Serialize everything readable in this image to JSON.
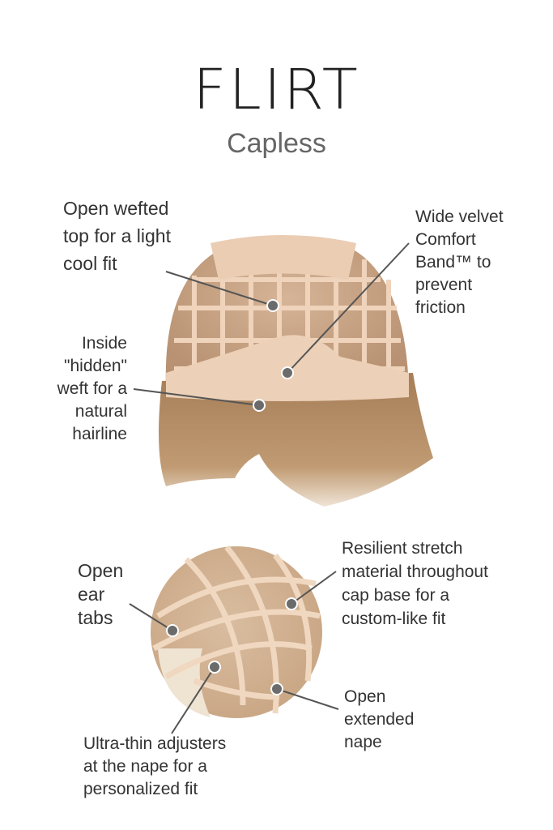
{
  "header": {
    "title": "FLIRT",
    "subtitle": "Capless"
  },
  "callouts": [
    {
      "text": "Open wefted\ntop for a light\ncool fit"
    },
    {
      "text": "Wide velvet\nComfort\nBand™ to\nprevent\nfriction"
    },
    {
      "text": "Inside\n\"hidden\"\nweft for a\nnatural\nhairline"
    },
    {
      "text": "Open\near\ntabs"
    },
    {
      "text": "Resilient stretch\nmaterial throughout\ncap base for a\ncustom-like fit"
    },
    {
      "text": "Open\nextended\nnape"
    },
    {
      "text": "Ultra-thin adjusters\nat the nape for a\npersonalized fit"
    }
  ],
  "colors": {
    "cap": "#e8c7ad",
    "hair": "#b08a63",
    "marker": "#6b6b6b"
  }
}
